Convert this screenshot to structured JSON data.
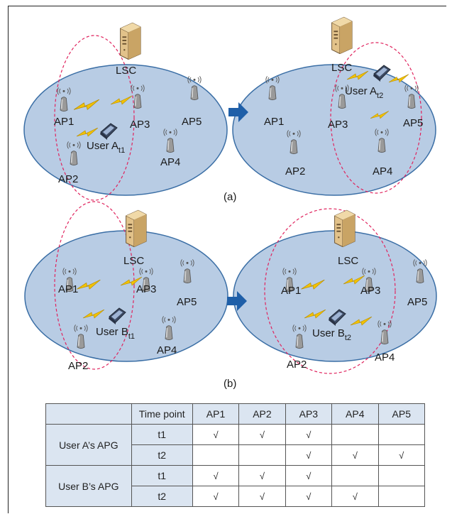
{
  "figure": {
    "panel_a_caption": "(a)",
    "panel_b_caption": "(b)",
    "lsc_label": "LSC",
    "ap_labels": [
      "AP1",
      "AP2",
      "AP3",
      "AP4",
      "AP5"
    ],
    "user_a": {
      "name": "User A",
      "sub_t1": "t1",
      "sub_t2": "t2"
    },
    "user_b": {
      "name": "User B",
      "sub_t1": "t1",
      "sub_t2": "t2"
    },
    "colors": {
      "cell_fill": "#b8cce4",
      "cell_stroke": "#3a6ea5",
      "apg_dash": "#e0245e",
      "arrow": "#1f5fa8",
      "lightning": "#f2c200",
      "table_header": "#dbe5f1"
    }
  },
  "table": {
    "header": [
      "",
      "Time point",
      "AP1",
      "AP2",
      "AP3",
      "AP4",
      "AP5"
    ],
    "groups": [
      {
        "name": "User A’s APG",
        "rows": [
          {
            "time": "t1",
            "cells": [
              "√",
              "√",
              "√",
              "",
              ""
            ]
          },
          {
            "time": "t2",
            "cells": [
              "",
              "",
              "√",
              "√",
              "√"
            ]
          }
        ]
      },
      {
        "name": "User B’s APG",
        "rows": [
          {
            "time": "t1",
            "cells": [
              "√",
              "√",
              "√",
              "",
              ""
            ]
          },
          {
            "time": "t2",
            "cells": [
              "√",
              "√",
              "√",
              "√",
              ""
            ]
          }
        ]
      }
    ]
  }
}
